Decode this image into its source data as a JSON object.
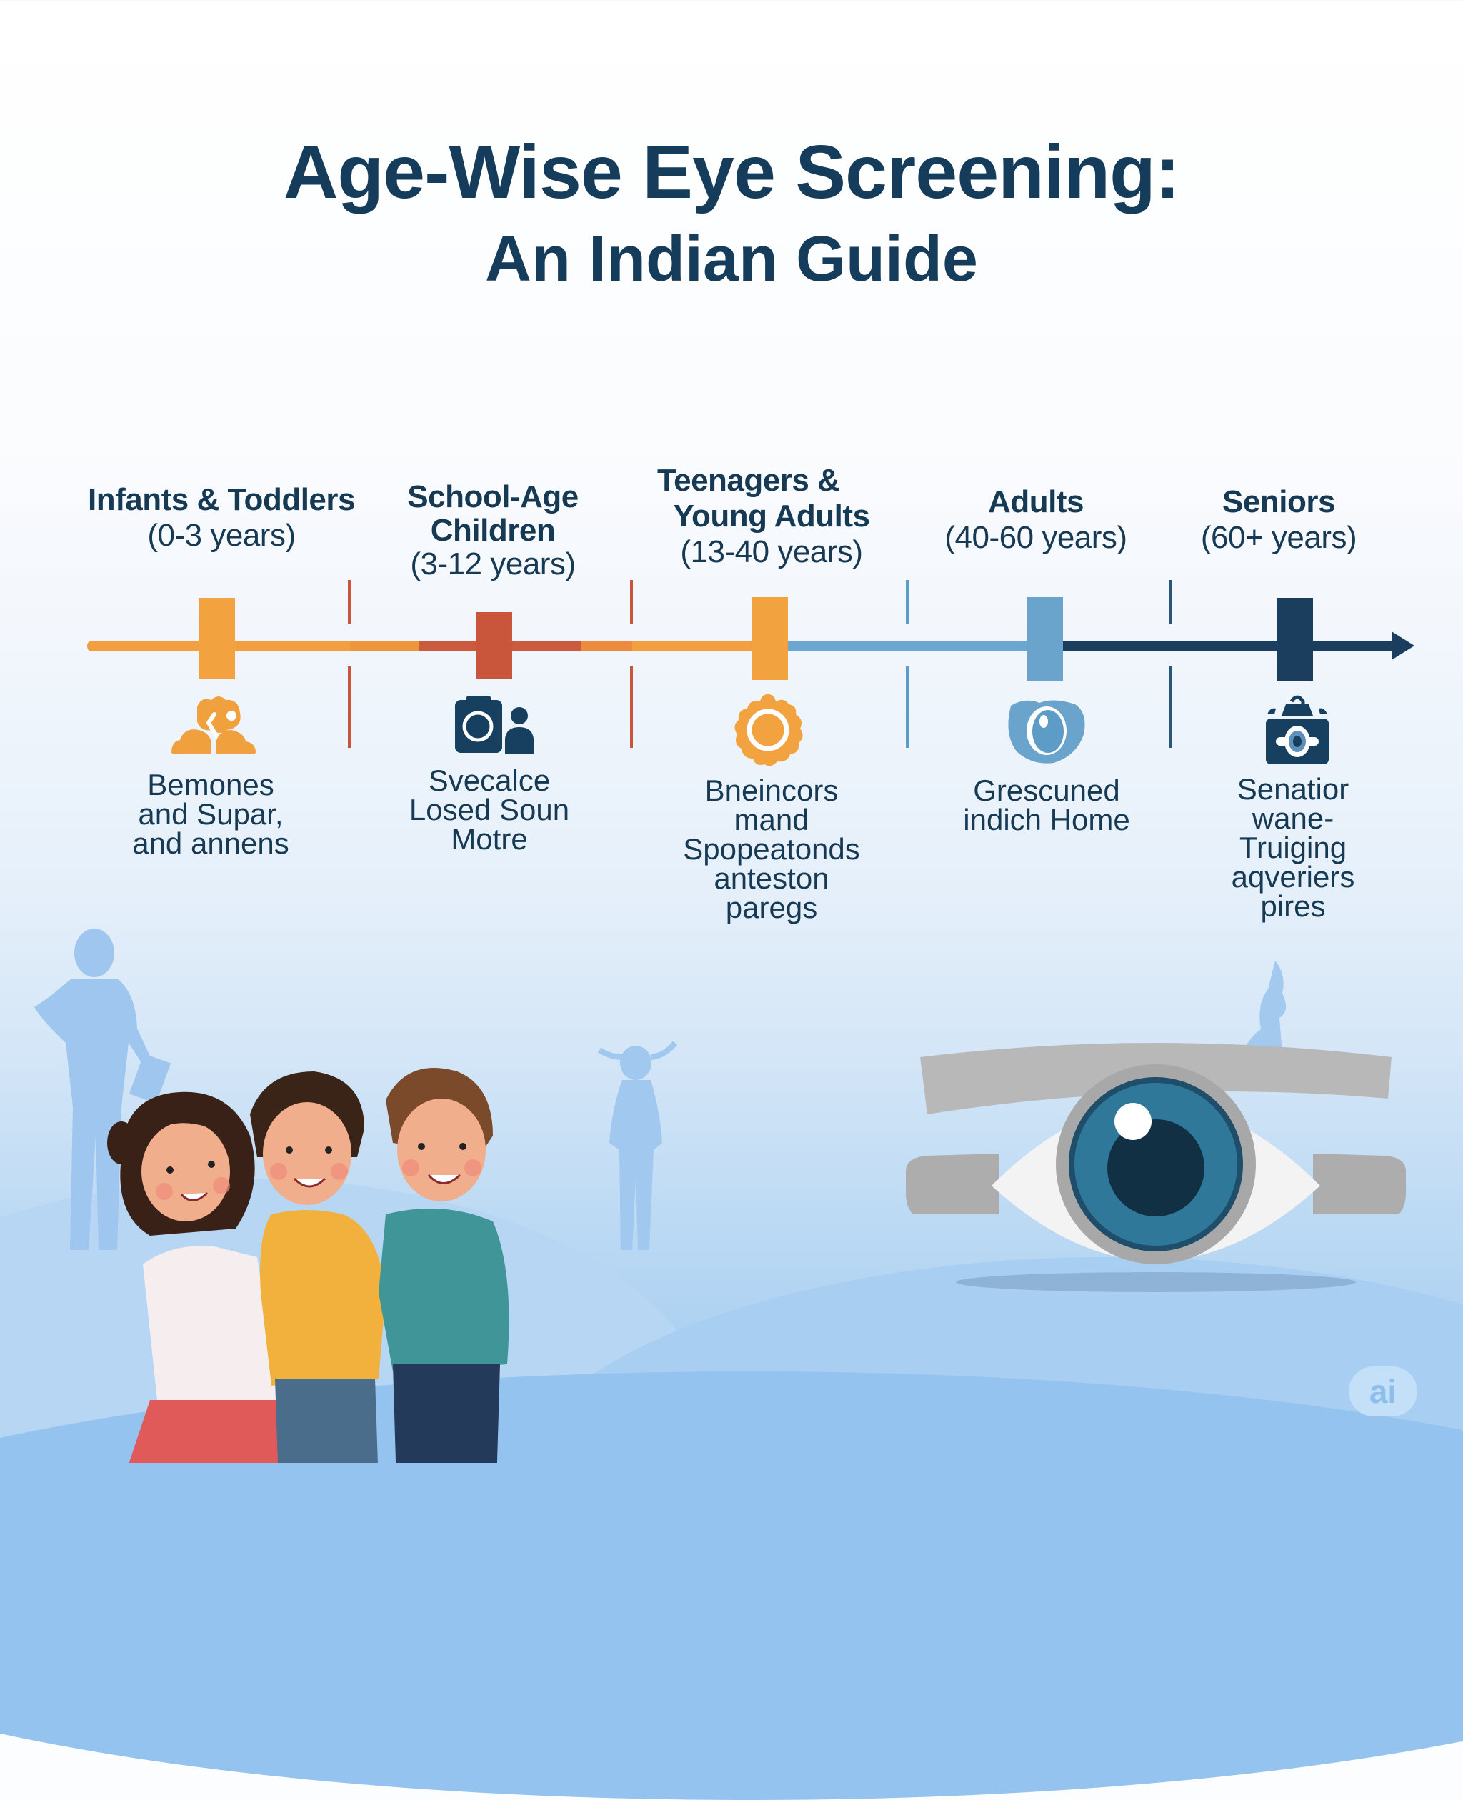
{
  "header": {
    "title_line1": "Age-Wise Eye Screening:",
    "title_line2": "An Indian Guide"
  },
  "timeline": {
    "stages": [
      {
        "name_lines": [
          "Infants & Toddlers"
        ],
        "range": "(0-3 years)",
        "color": "#F0A03C",
        "icon": "child-development-icon",
        "description_lines": [
          "Bemones",
          "and Supar,",
          "and annens"
        ]
      },
      {
        "name_lines": [
          "School-Age",
          "Children"
        ],
        "range": "(3-12 years)",
        "color": "#C9553A",
        "icon": "camera-person-icon",
        "description_lines": [
          "Svecalce",
          "Losed Soun",
          "Motre"
        ]
      },
      {
        "name_lines": [
          "Teenagers &",
          "Young Adults"
        ],
        "range": "(13-40 years)",
        "color": "#F0A03C",
        "icon": "gear-ring-icon",
        "description_lines": [
          "Bneincors",
          "mand",
          "Spopeatonds",
          "anteston",
          "paregs"
        ]
      },
      {
        "name_lines": [
          "Adults"
        ],
        "range": "(40-60 years)",
        "color": "#5E9CC8",
        "icon": "eye-icon",
        "description_lines": [
          "Grescuned",
          "indich Home"
        ]
      },
      {
        "name_lines": [
          "Seniors"
        ],
        "range": "(60+ years)",
        "color": "#1B3E5E",
        "icon": "eye-care-kit-icon",
        "description_lines": [
          "Senatior",
          "wane-",
          "Truiging",
          "aqveriers",
          "pires"
        ]
      }
    ]
  },
  "illustrations": {
    "left": "group-of-three-children",
    "right": "stylized-eye-with-glasses-frame"
  },
  "watermark": {
    "label": "ai"
  }
}
